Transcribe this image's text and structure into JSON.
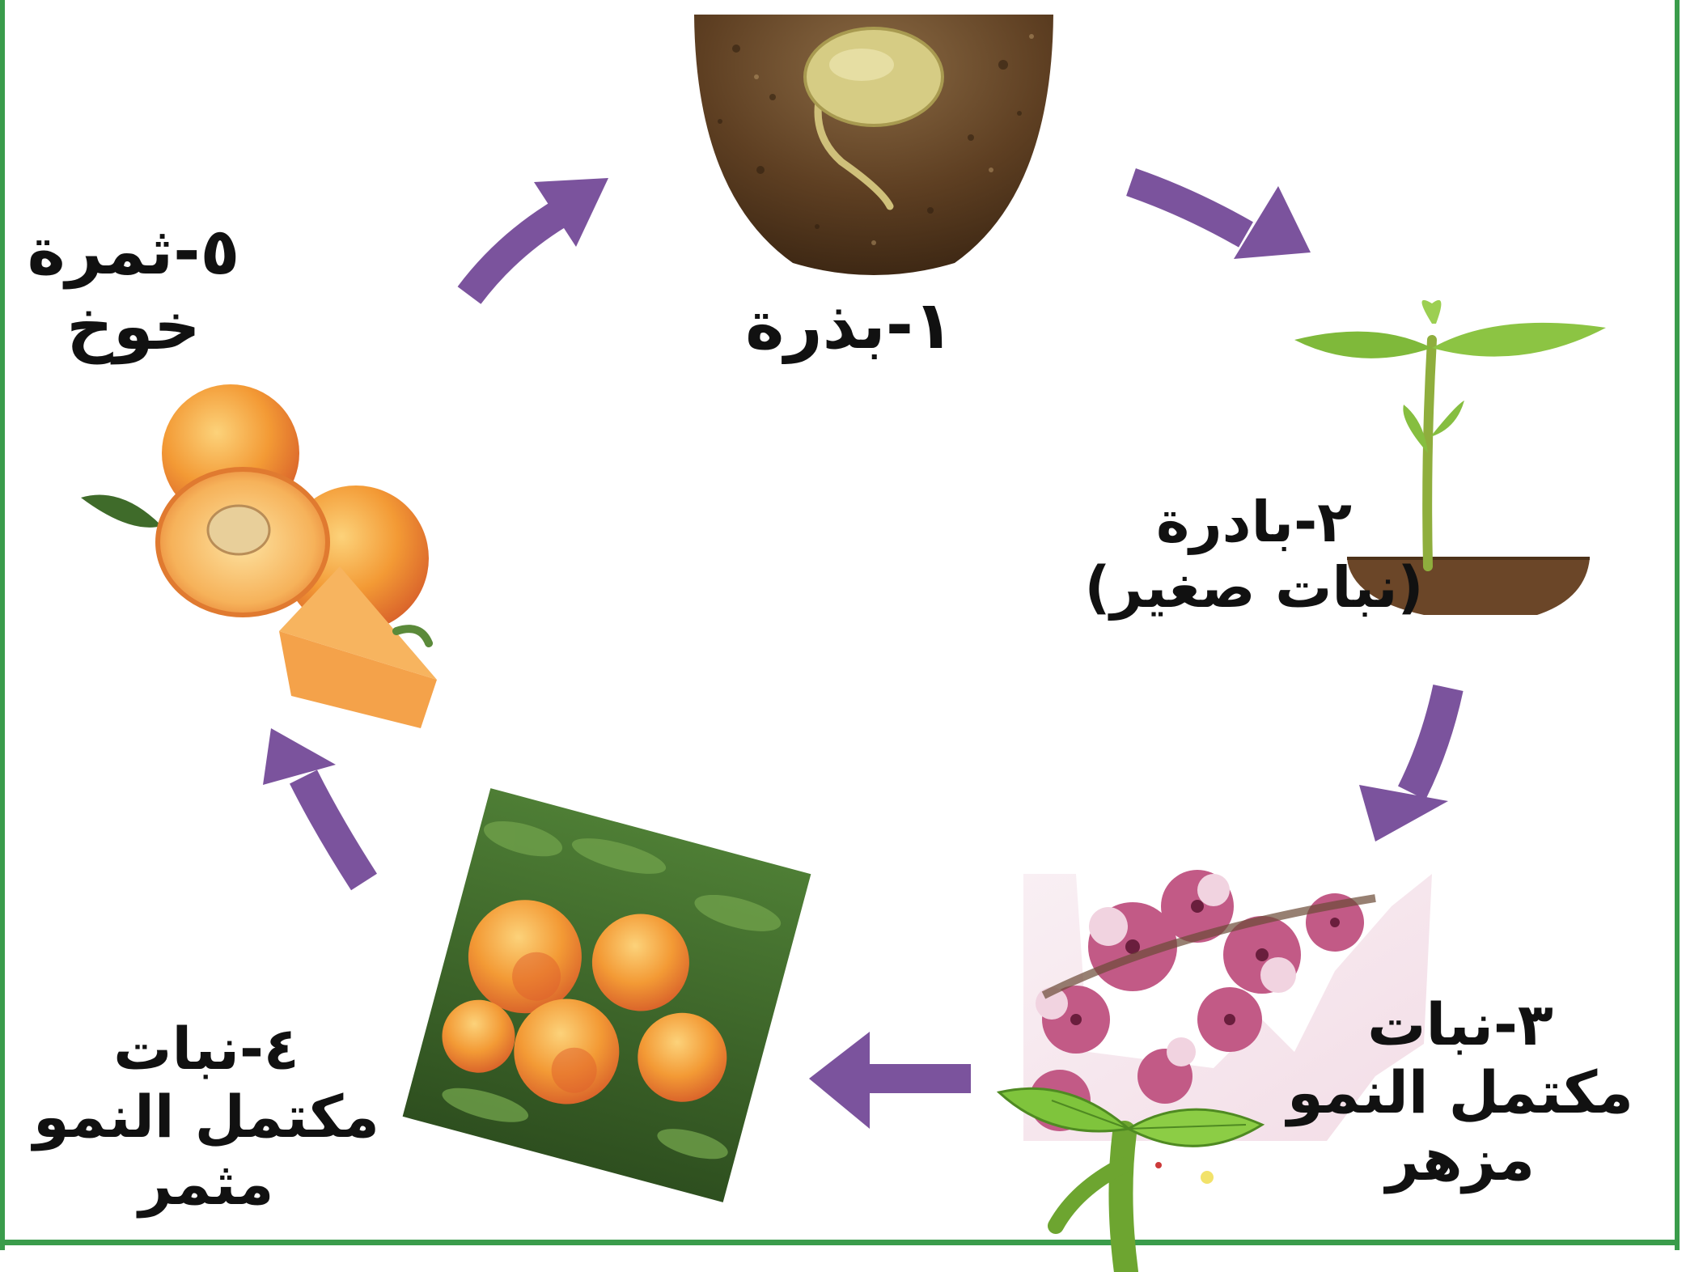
{
  "stages": [
    {
      "id": "seed",
      "lines": [
        "١-بذرة"
      ]
    },
    {
      "id": "seedling",
      "lines": [
        "٢-بادرة",
        "(نبات صغير)"
      ]
    },
    {
      "id": "flowering",
      "lines": [
        "٣-نبات",
        "مكتمل النمو",
        "مزهر"
      ]
    },
    {
      "id": "fruiting",
      "lines": [
        "٤-نبات",
        "مكتمل النمو",
        "مثمر"
      ]
    },
    {
      "id": "fruit",
      "lines": [
        "٥-ثمرة",
        "خوخ"
      ]
    }
  ],
  "colors": {
    "frame": "#3a9c4b",
    "arrow": "#7b539d",
    "soil": "#6b4a2a",
    "seed": "#d8cf8c",
    "leaf": "#7fbf3a",
    "stem": "#6aa02e",
    "blossom": "#c25a86",
    "peach": "#f29a3a",
    "orchard": "#3f6b2a"
  },
  "icons": [
    "seed-in-soil-icon",
    "seedling-icon",
    "blossom-branch-icon",
    "peach-tree-icon",
    "peach-fruit-icon",
    "sprout-icon"
  ]
}
